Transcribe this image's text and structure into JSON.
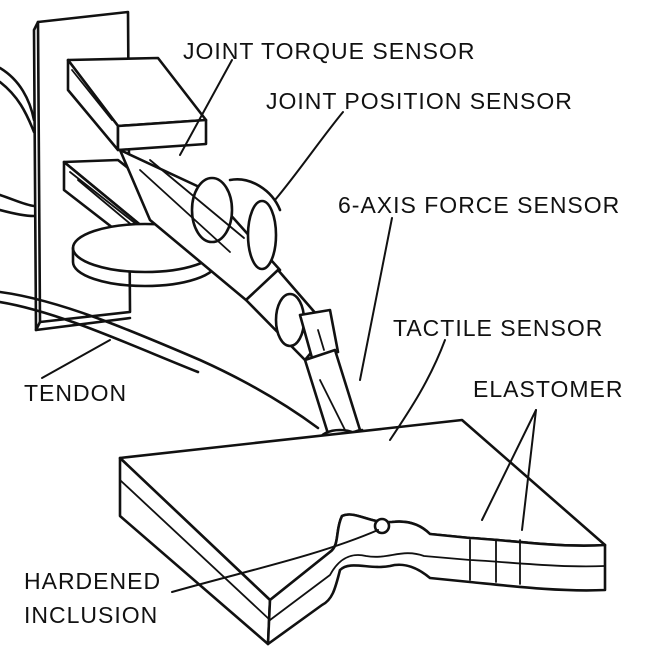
{
  "labels": {
    "joint_torque_sensor": "JOINT TORQUE SENSOR",
    "joint_position_sensor": "JOINT POSITION SENSOR",
    "six_axis_force_sensor": "6-AXIS FORCE SENSOR",
    "tactile_sensor": "TACTILE SENSOR",
    "elastomer": "ELASTOMER",
    "tendon": "TENDON",
    "hardened": "HARDENED",
    "inclusion": "INCLUSION"
  }
}
